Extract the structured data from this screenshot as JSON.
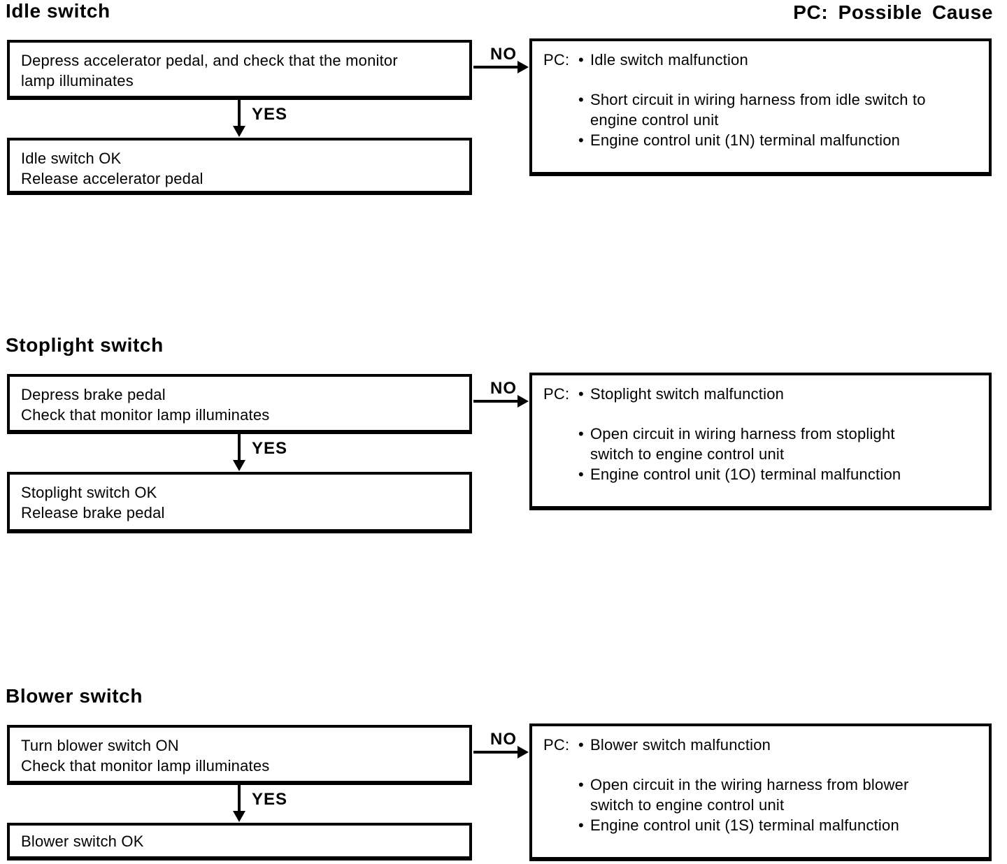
{
  "legend": "PC: Possible Cause",
  "bullet_glyph": "•",
  "sections": [
    {
      "heading": "Idle switch",
      "no_label": "NO",
      "yes_label": "YES",
      "pc_label": "PC:",
      "test_box": "Depress accelerator pedal, and check that the monitor\nlamp illuminates",
      "ok_box": "Idle switch OK\nRelease accelerator pedal",
      "causes": [
        "Idle switch malfunction",
        "Short circuit in wiring harness from idle switch to\nengine control unit",
        "Engine control unit (1N) terminal malfunction"
      ]
    },
    {
      "heading": "Stoplight switch",
      "no_label": "NO",
      "yes_label": "YES",
      "pc_label": "PC:",
      "test_box": "Depress brake pedal\nCheck that monitor lamp illuminates",
      "ok_box": "Stoplight switch OK\nRelease brake pedal",
      "causes": [
        "Stoplight switch malfunction",
        "Open circuit in wiring harness from stoplight\nswitch to engine control unit",
        "Engine control unit (1O) terminal malfunction"
      ]
    },
    {
      "heading": "Blower switch",
      "no_label": "NO",
      "yes_label": "YES",
      "pc_label": "PC:",
      "test_box": "Turn blower switch ON\nCheck that monitor lamp illuminates",
      "ok_box": "Blower switch OK",
      "causes": [
        "Blower switch malfunction",
        "Open circuit in the wiring harness from blower\nswitch to engine control unit",
        "Engine control unit (1S) terminal malfunction"
      ]
    }
  ]
}
